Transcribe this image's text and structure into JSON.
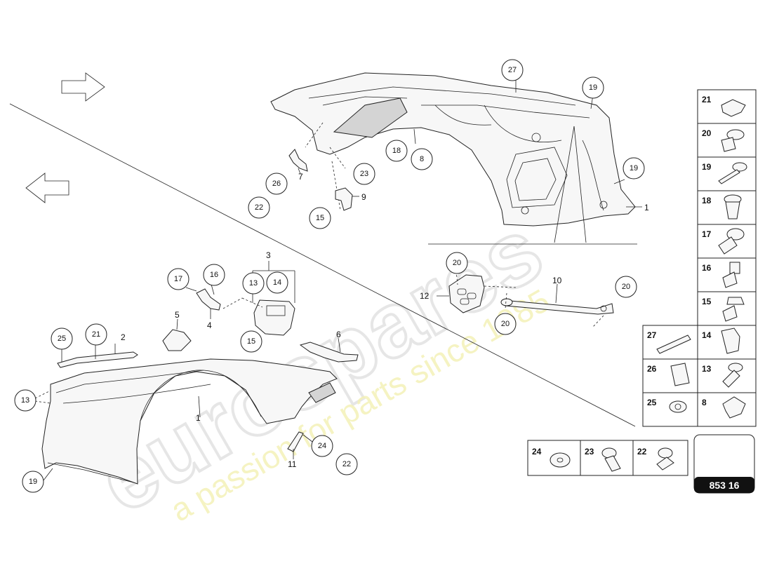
{
  "watermark": {
    "brand": "eurospares",
    "tagline": "a passion for parts since 1985"
  },
  "diagram_number": "853 16",
  "callouts": {
    "c27": "27",
    "c19a": "19",
    "c19b": "19",
    "c18": "18",
    "c8": "8",
    "c23": "23",
    "c26": "26",
    "c22a": "22",
    "c15a": "15",
    "c17": "17",
    "c16": "16",
    "c13a": "13",
    "c14": "14",
    "c15b": "15",
    "c21": "21",
    "c25": "25",
    "c13b": "13",
    "c19c": "19",
    "c24": "24",
    "c22b": "22",
    "c20a": "20",
    "c20b": "20",
    "c20c": "20"
  },
  "labels": {
    "l7": "7",
    "l9": "9",
    "l1a": "1",
    "l3": "3",
    "l4": "4",
    "l5": "5",
    "l2": "2",
    "l6": "6",
    "l1b": "1",
    "l11": "11",
    "l12": "12",
    "l10": "10"
  },
  "fastener_table": {
    "r21": "21",
    "r20": "20",
    "r19": "19",
    "r18": "18",
    "r17": "17",
    "r16": "16",
    "r15": "15",
    "r27": "27",
    "r14": "14",
    "r26": "26",
    "r13": "13",
    "r25": "25",
    "r8": "8",
    "r24": "24",
    "r23": "23",
    "r22": "22"
  }
}
